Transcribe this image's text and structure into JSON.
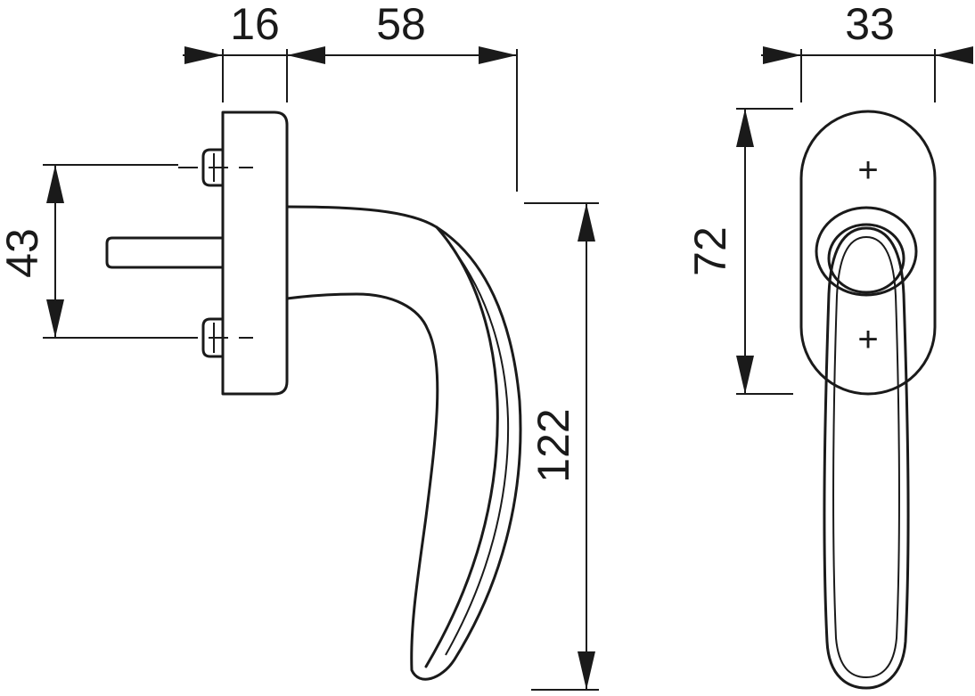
{
  "drawing": {
    "side_view": {
      "dim_rose_depth": "16",
      "dim_projection": "58",
      "dim_screw_spacing": "43",
      "dim_handle_length": "122"
    },
    "front_view": {
      "dim_rose_width": "33",
      "dim_rose_height": "72",
      "screw_marks": [
        "+",
        "+"
      ]
    }
  }
}
